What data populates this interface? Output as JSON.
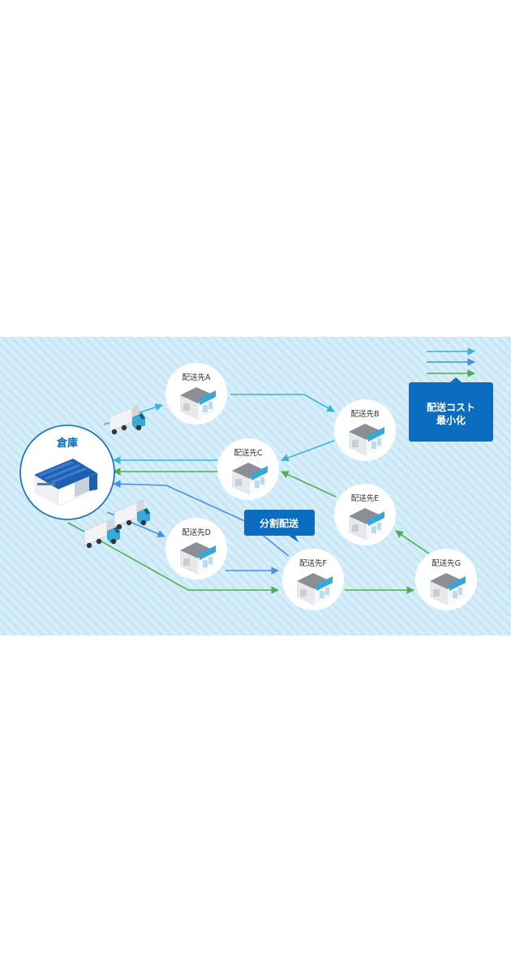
{
  "warehouse": {
    "label": "倉庫"
  },
  "destinations": [
    {
      "id": "A",
      "label": "配送先A"
    },
    {
      "id": "B",
      "label": "配送先B"
    },
    {
      "id": "C",
      "label": "配送先C"
    },
    {
      "id": "D",
      "label": "配送先D"
    },
    {
      "id": "E",
      "label": "配送先E"
    },
    {
      "id": "F",
      "label": "配送先F"
    },
    {
      "id": "G",
      "label": "配送先G"
    }
  ],
  "callouts": {
    "split": "分割配送",
    "cost_line1": "配送コスト",
    "cost_line2": "最小化"
  },
  "colors": {
    "background": "#d6eef9",
    "stripe": "#c3e4f4",
    "cyan_route": "#3cb3d6",
    "blue_route": "#4a90e2",
    "green_route": "#4caf50",
    "accent": "#0b6cc0",
    "house_sign": "#36a7d6"
  },
  "routes": [
    {
      "color": "cyan_route",
      "from": "warehouse",
      "to": "A"
    },
    {
      "color": "cyan_route",
      "from": "A",
      "to": "B"
    },
    {
      "color": "cyan_route",
      "from": "B",
      "to": "C"
    },
    {
      "color": "cyan_route",
      "from": "C",
      "to": "warehouse"
    },
    {
      "color": "blue_route",
      "from": "warehouse",
      "to": "D"
    },
    {
      "color": "blue_route",
      "from": "D",
      "to": "F"
    },
    {
      "color": "blue_route",
      "from": "F",
      "to": "warehouse"
    },
    {
      "color": "green_route",
      "from": "warehouse",
      "to": "F"
    },
    {
      "color": "green_route",
      "from": "F",
      "to": "G"
    },
    {
      "color": "green_route",
      "from": "G",
      "to": "E"
    },
    {
      "color": "green_route",
      "from": "E",
      "to": "C"
    },
    {
      "color": "green_route",
      "from": "C",
      "to": "warehouse"
    }
  ]
}
